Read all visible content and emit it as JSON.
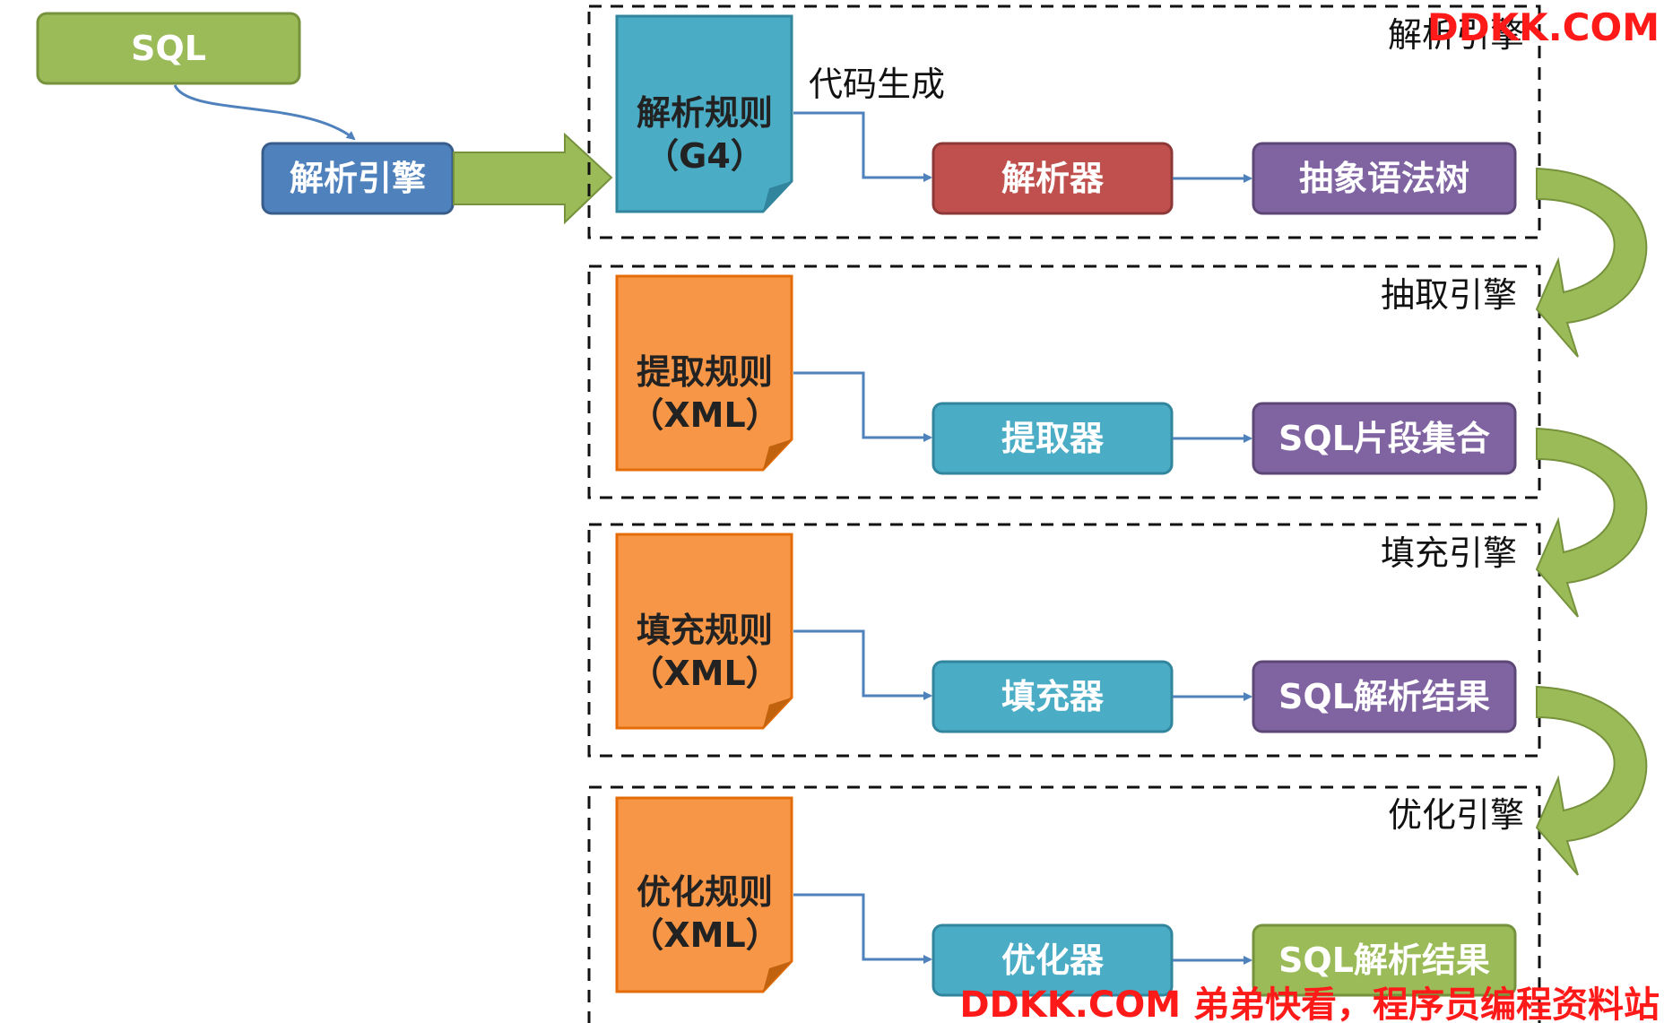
{
  "input": {
    "sql_label": "SQL",
    "engine_label": "解析引擎"
  },
  "code_gen_label": "代码生成",
  "stages": [
    {
      "engine": "解析引擎",
      "rule_line1": "解析规则",
      "rule_line2": "（G4）",
      "processor": "解析器",
      "output": "抽象语法树"
    },
    {
      "engine": "抽取引擎",
      "rule_line1": "提取规则",
      "rule_line2": "（XML）",
      "processor": "提取器",
      "output": "SQL片段集合"
    },
    {
      "engine": "填充引擎",
      "rule_line1": "填充规则",
      "rule_line2": "（XML）",
      "processor": "填充器",
      "output": "SQL解析结果"
    },
    {
      "engine": "优化引擎",
      "rule_line1": "优化规则",
      "rule_line2": "（XML）",
      "processor": "优化器",
      "output": "SQL解析结果"
    }
  ],
  "watermark": {
    "top": "DDKK.COM",
    "bottom": "DDKK.COM 弟弟快看，程序员编程资料站"
  },
  "colors": {
    "green": "#9bbb59",
    "blue": "#4f81bd",
    "teal": "#4bacc6",
    "red": "#c0504d",
    "purple": "#8064a2",
    "orange": "#f79646",
    "watermark": "#ff1a1a"
  }
}
